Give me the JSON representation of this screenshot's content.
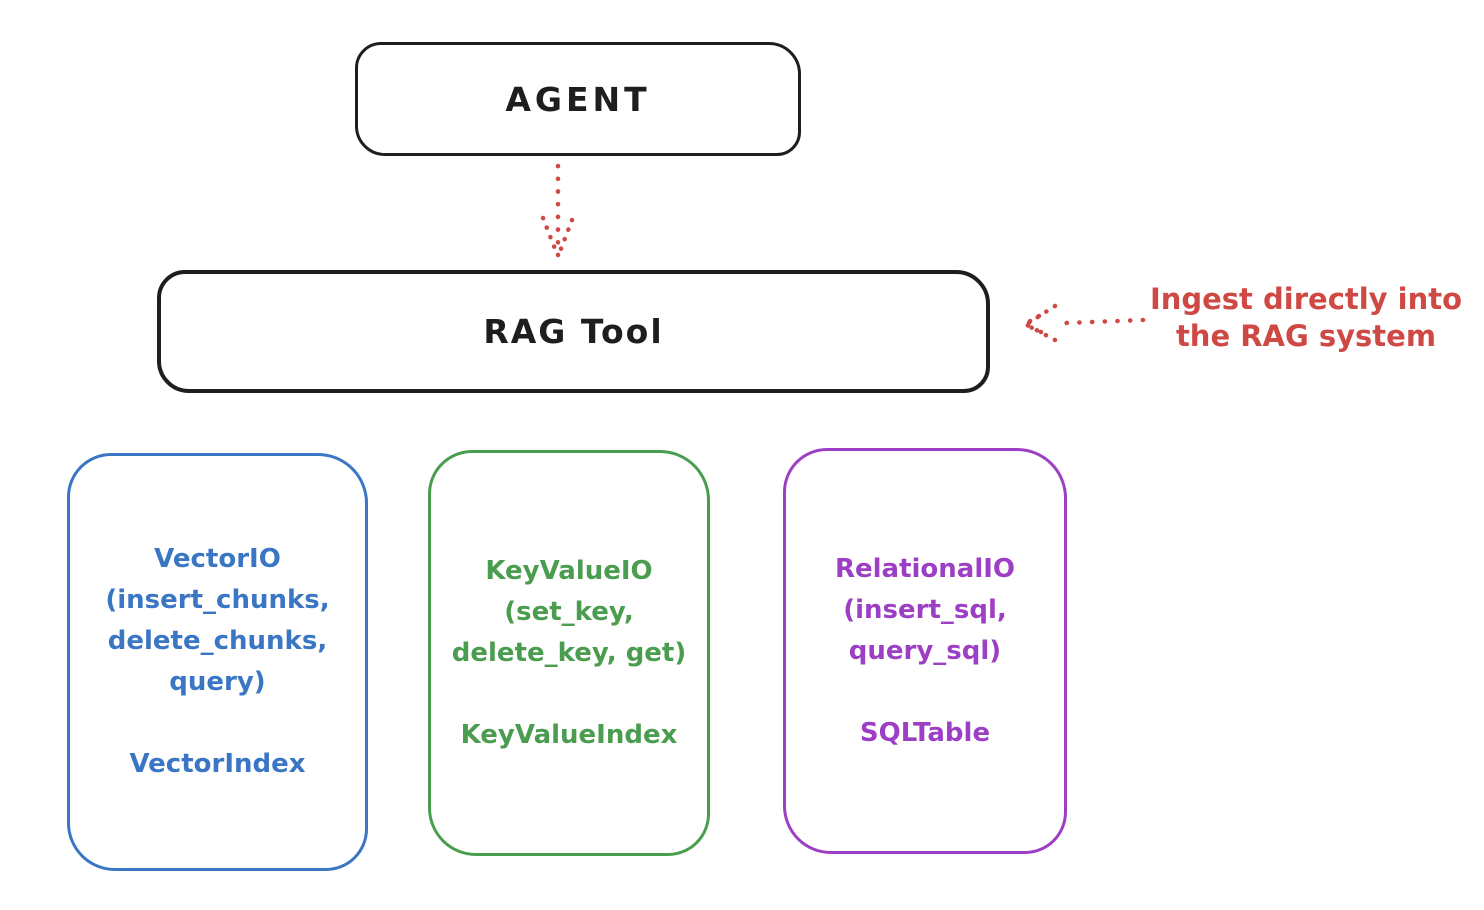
{
  "agent": {
    "label": "AGENT"
  },
  "rag_tool": {
    "label": "RAG Tool"
  },
  "annotation": {
    "line1": "Ingest directly into",
    "line2": "the RAG system"
  },
  "modules": [
    {
      "lines": [
        "VectorIO",
        "(insert_chunks,",
        "delete_chunks,",
        "query)"
      ],
      "index_label": "VectorIndex",
      "color": "#3a76c4"
    },
    {
      "lines": [
        "KeyValueIO",
        "(set_key,",
        "delete_key, get)"
      ],
      "index_label": "KeyValueIndex",
      "color": "#4a9d4f"
    },
    {
      "lines": [
        "RelationalIO",
        "(insert_sql,",
        "query_sql)"
      ],
      "index_label": "SQLTable",
      "color": "#9c3fc4"
    }
  ],
  "colors": {
    "ink": "#1e1e1e",
    "red": "#cf4944",
    "blue": "#3a76c4",
    "green": "#4a9d4f",
    "purple": "#9c3fc4"
  }
}
